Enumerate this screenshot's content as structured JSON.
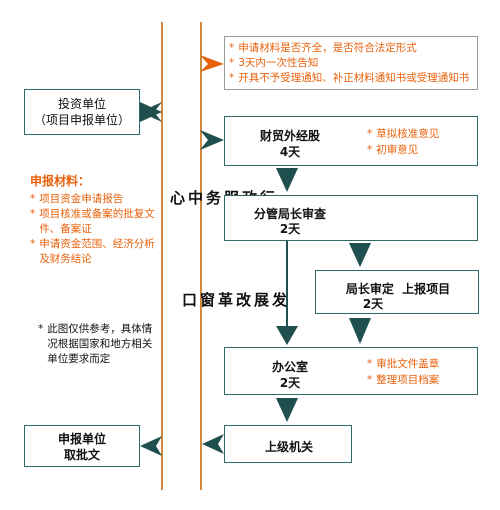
{
  "window_title": {
    "line1": "行政服务中心",
    "line2": "发展改革窗口"
  },
  "window_notes": [
    "申请材料是否齐全，是否符合法定形式",
    "3天内一次性告知",
    "开具不予受理通知、补正材料通知书或受理通知书"
  ],
  "applicant": {
    "line1": "投资单位",
    "line2": "（项目申报单位）"
  },
  "materials": {
    "heading": "申报材料：",
    "items": [
      "项目资金申请报告",
      "项目核准或备案的批复文件、备案证",
      "申请资金范围、经济分析及财务结论"
    ]
  },
  "disclaimer": "此图仅供参考，具体情况根据国家和地方相关单位要求而定",
  "steps": {
    "finance": {
      "name": "财贸外经股",
      "days": "4天",
      "notes": [
        "草拟核准意见",
        "初审意见"
      ]
    },
    "deputy": {
      "name": "分管局长审查",
      "days": "2天"
    },
    "director": {
      "name": "局长审定  上报项目",
      "days": "2天"
    },
    "office": {
      "name": "办公室",
      "days": "2天",
      "notes": [
        "审批文件盖章",
        "整理项目档案"
      ]
    },
    "superior": {
      "name": "上级机关"
    },
    "result": {
      "line1": "申报单位",
      "line2": "取批文"
    }
  },
  "colors": {
    "accent": "#e8620c",
    "arrow": "#1f4f4f",
    "divider": "#d08a3c",
    "border": "#2f6b6b"
  }
}
